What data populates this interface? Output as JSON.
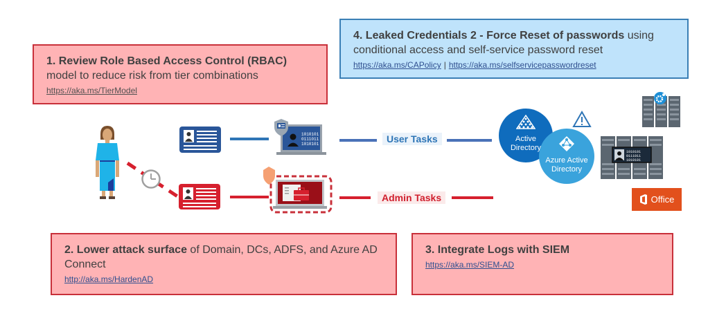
{
  "boxes": {
    "rbac": {
      "title_bold": "1. Review Role Based Access Control (RBAC)",
      "title_rest": "model to reduce risk from tier combinations",
      "link": "https://aka.ms/TierModel"
    },
    "leaked_credentials": {
      "title_bold": "4. Leaked Credentials 2 - Force Reset of passwords",
      "title_rest": " using conditional access and self-service password reset",
      "links": [
        "https://aka.ms/CAPolicy",
        "https://aka.ms/selfservicepasswordreset"
      ],
      "separator": "|"
    },
    "attack_surface": {
      "title_bold": "2. Lower attack surface",
      "title_rest": " of Domain, DCs, ADFS, and Azure AD Connect",
      "link": "http://aka.ms/HardenAD"
    },
    "siem": {
      "title_bold": "3. Integrate Logs with SIEM",
      "link": "https://aka.ms/SIEM-AD"
    }
  },
  "flows": {
    "user_tasks": "User Tasks",
    "admin_tasks": "Admin Tasks"
  },
  "services": {
    "active_directory": [
      "Active",
      "Directory"
    ],
    "azure_active_directory": [
      "Azure Active",
      "Directory"
    ],
    "office": "Office"
  },
  "screen_binary": [
    "1010101",
    "0111011",
    "1010101"
  ],
  "colors": {
    "user_blue": "#2e75b6",
    "admin_red": "#d6202e",
    "box_red_fill": "#ffb3b5",
    "box_blue_fill": "#bfe3fb",
    "office_orange": "#e2501c"
  }
}
